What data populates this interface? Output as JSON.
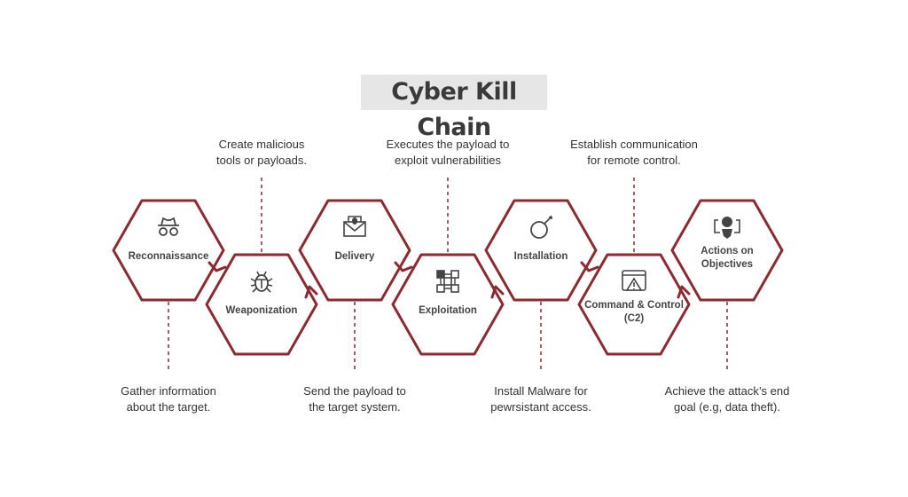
{
  "title": "Cyber Kill Chain",
  "colors": {
    "accent": "#8c2a2f",
    "text": "#444444",
    "title_bg": "#e6e6e6"
  },
  "stages": [
    {
      "label": [
        "Reconnaissance"
      ],
      "icon": "spy-icon",
      "note": [
        "Gather information",
        "about the target."
      ],
      "row": "top"
    },
    {
      "label": [
        "Weaponization"
      ],
      "icon": "bug-icon",
      "note": [
        "Create malicious",
        "tools or payloads."
      ],
      "row": "bottom"
    },
    {
      "label": [
        "Delivery"
      ],
      "icon": "email-bug-icon",
      "note": [
        "Send the payload to",
        "the target system."
      ],
      "row": "top"
    },
    {
      "label": [
        "Exploitation"
      ],
      "icon": "network-cubes-icon",
      "note": [
        "Executes the payload to",
        "exploit vulnerabilities"
      ],
      "row": "bottom"
    },
    {
      "label": [
        "Installation"
      ],
      "icon": "bomb-icon",
      "note": [
        "Install Malware for",
        "pewrsistant access."
      ],
      "row": "top"
    },
    {
      "label": [
        "Command & Control",
        "(C2)"
      ],
      "icon": "browser-warning-icon",
      "note": [
        "Establish communication",
        "for remote control."
      ],
      "row": "bottom"
    },
    {
      "label": [
        "Actions on",
        "Objectives"
      ],
      "icon": "hacker-skull-icon",
      "note": [
        "Achieve the attack’s end",
        "goal (e.g, data theft)."
      ],
      "row": "top"
    }
  ]
}
